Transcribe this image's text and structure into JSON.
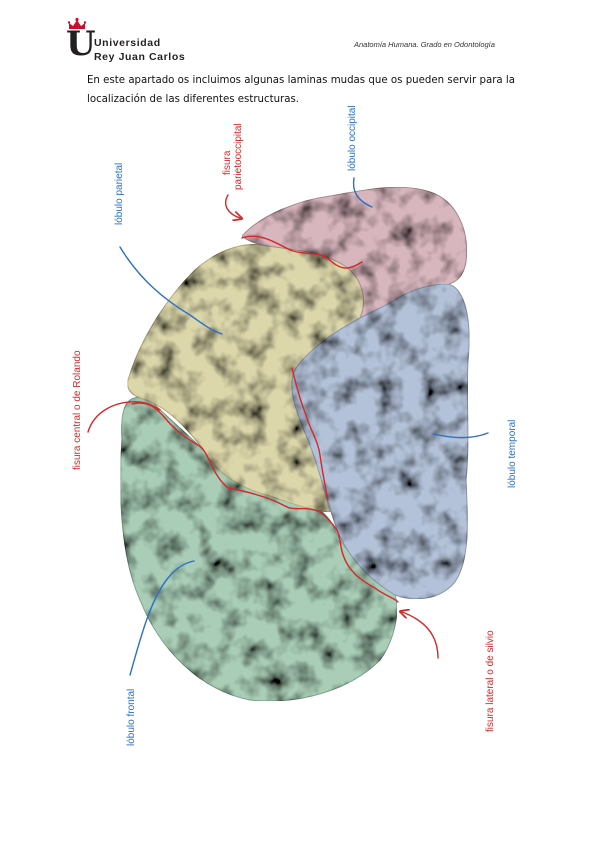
{
  "header": {
    "logo_line1": "Universidad",
    "logo_line2": "Rey Juan Carlos",
    "course": "Anatomía Humana. Grado en Odontología"
  },
  "intro": {
    "text": "En este apartado os incluimos algunas laminas mudas que os pueden servir para la localización de las diferentes estructuras."
  },
  "figure": {
    "labels": {
      "parietal": "lóbulo parietal",
      "parieto_occipital_1": "fisura",
      "parieto_occipital_2": "parietooccipital",
      "occipital": "lóbulo occipital",
      "rolando": "fisura central o de Rolando",
      "temporal": "lóbulo temporal",
      "frontal": "lóbulo frontal",
      "silvio": "fisura lateral o de silvio"
    },
    "colors": {
      "lobe_label": "#2a6fc9",
      "fissure_label": "#d62828",
      "frontal": "#a9cdb6",
      "parietal": "#dcd7aa",
      "occipital": "#d8b6bd",
      "temporal": "#b4c2d9"
    }
  }
}
